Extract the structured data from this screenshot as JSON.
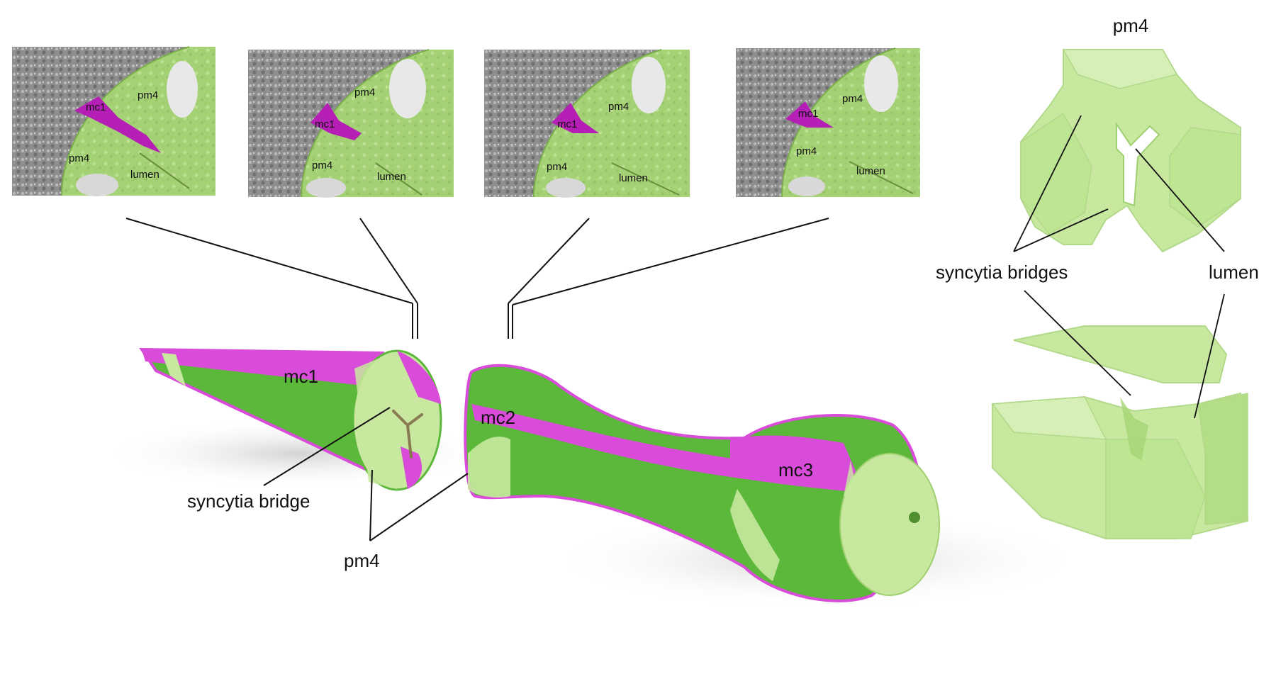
{
  "em_panels": [
    {
      "labels": {
        "cell_a": "mc1",
        "pm4_top": "pm4",
        "pm4_left": "pm4",
        "lumen": "lumen"
      }
    },
    {
      "labels": {
        "cell_a": "mc1",
        "pm4_top": "pm4",
        "pm4_left": "pm4",
        "lumen": "lumen"
      }
    },
    {
      "labels": {
        "cell_a": "mc1",
        "pm4_top": "pm4",
        "pm4_left": "pm4",
        "lumen": "lumen"
      }
    },
    {
      "labels": {
        "cell_a": "mc1",
        "pm4_top": "pm4",
        "pm4_left": "pm4",
        "lumen": "lumen"
      }
    }
  ],
  "model": {
    "mc1": "mc1",
    "mc2": "mc2",
    "mc3": "mc3",
    "syncytia_bridge": "syncytia bridge",
    "pm4": "pm4"
  },
  "side": {
    "title": "pm4",
    "syncytia_bridges": "syncytia bridges",
    "lumen": "lumen"
  },
  "colors": {
    "magenta": "#d94bd9",
    "green": "#5cb83a",
    "light_green": "#c8e8a0",
    "em_overlay": "#a8d878"
  }
}
